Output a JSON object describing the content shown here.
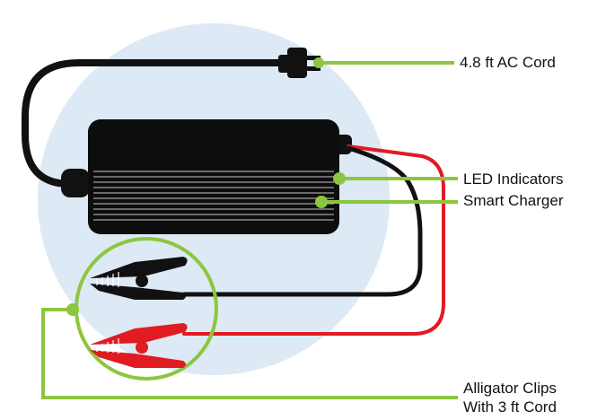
{
  "callouts": {
    "ac_cord": "4.8 ft AC Cord",
    "led_indicators": "LED Indicators",
    "smart_charger": "Smart Charger",
    "alligator_clips_line1": "Alligator Clips",
    "alligator_clips_line2": "With 3 ft Cord"
  },
  "colors": {
    "background_circle": "#dde9f5",
    "callout_green": "#8cc63f",
    "cable_black": "#111111",
    "cable_red": "#e01b22",
    "charger_body": "#0d0d0d"
  }
}
